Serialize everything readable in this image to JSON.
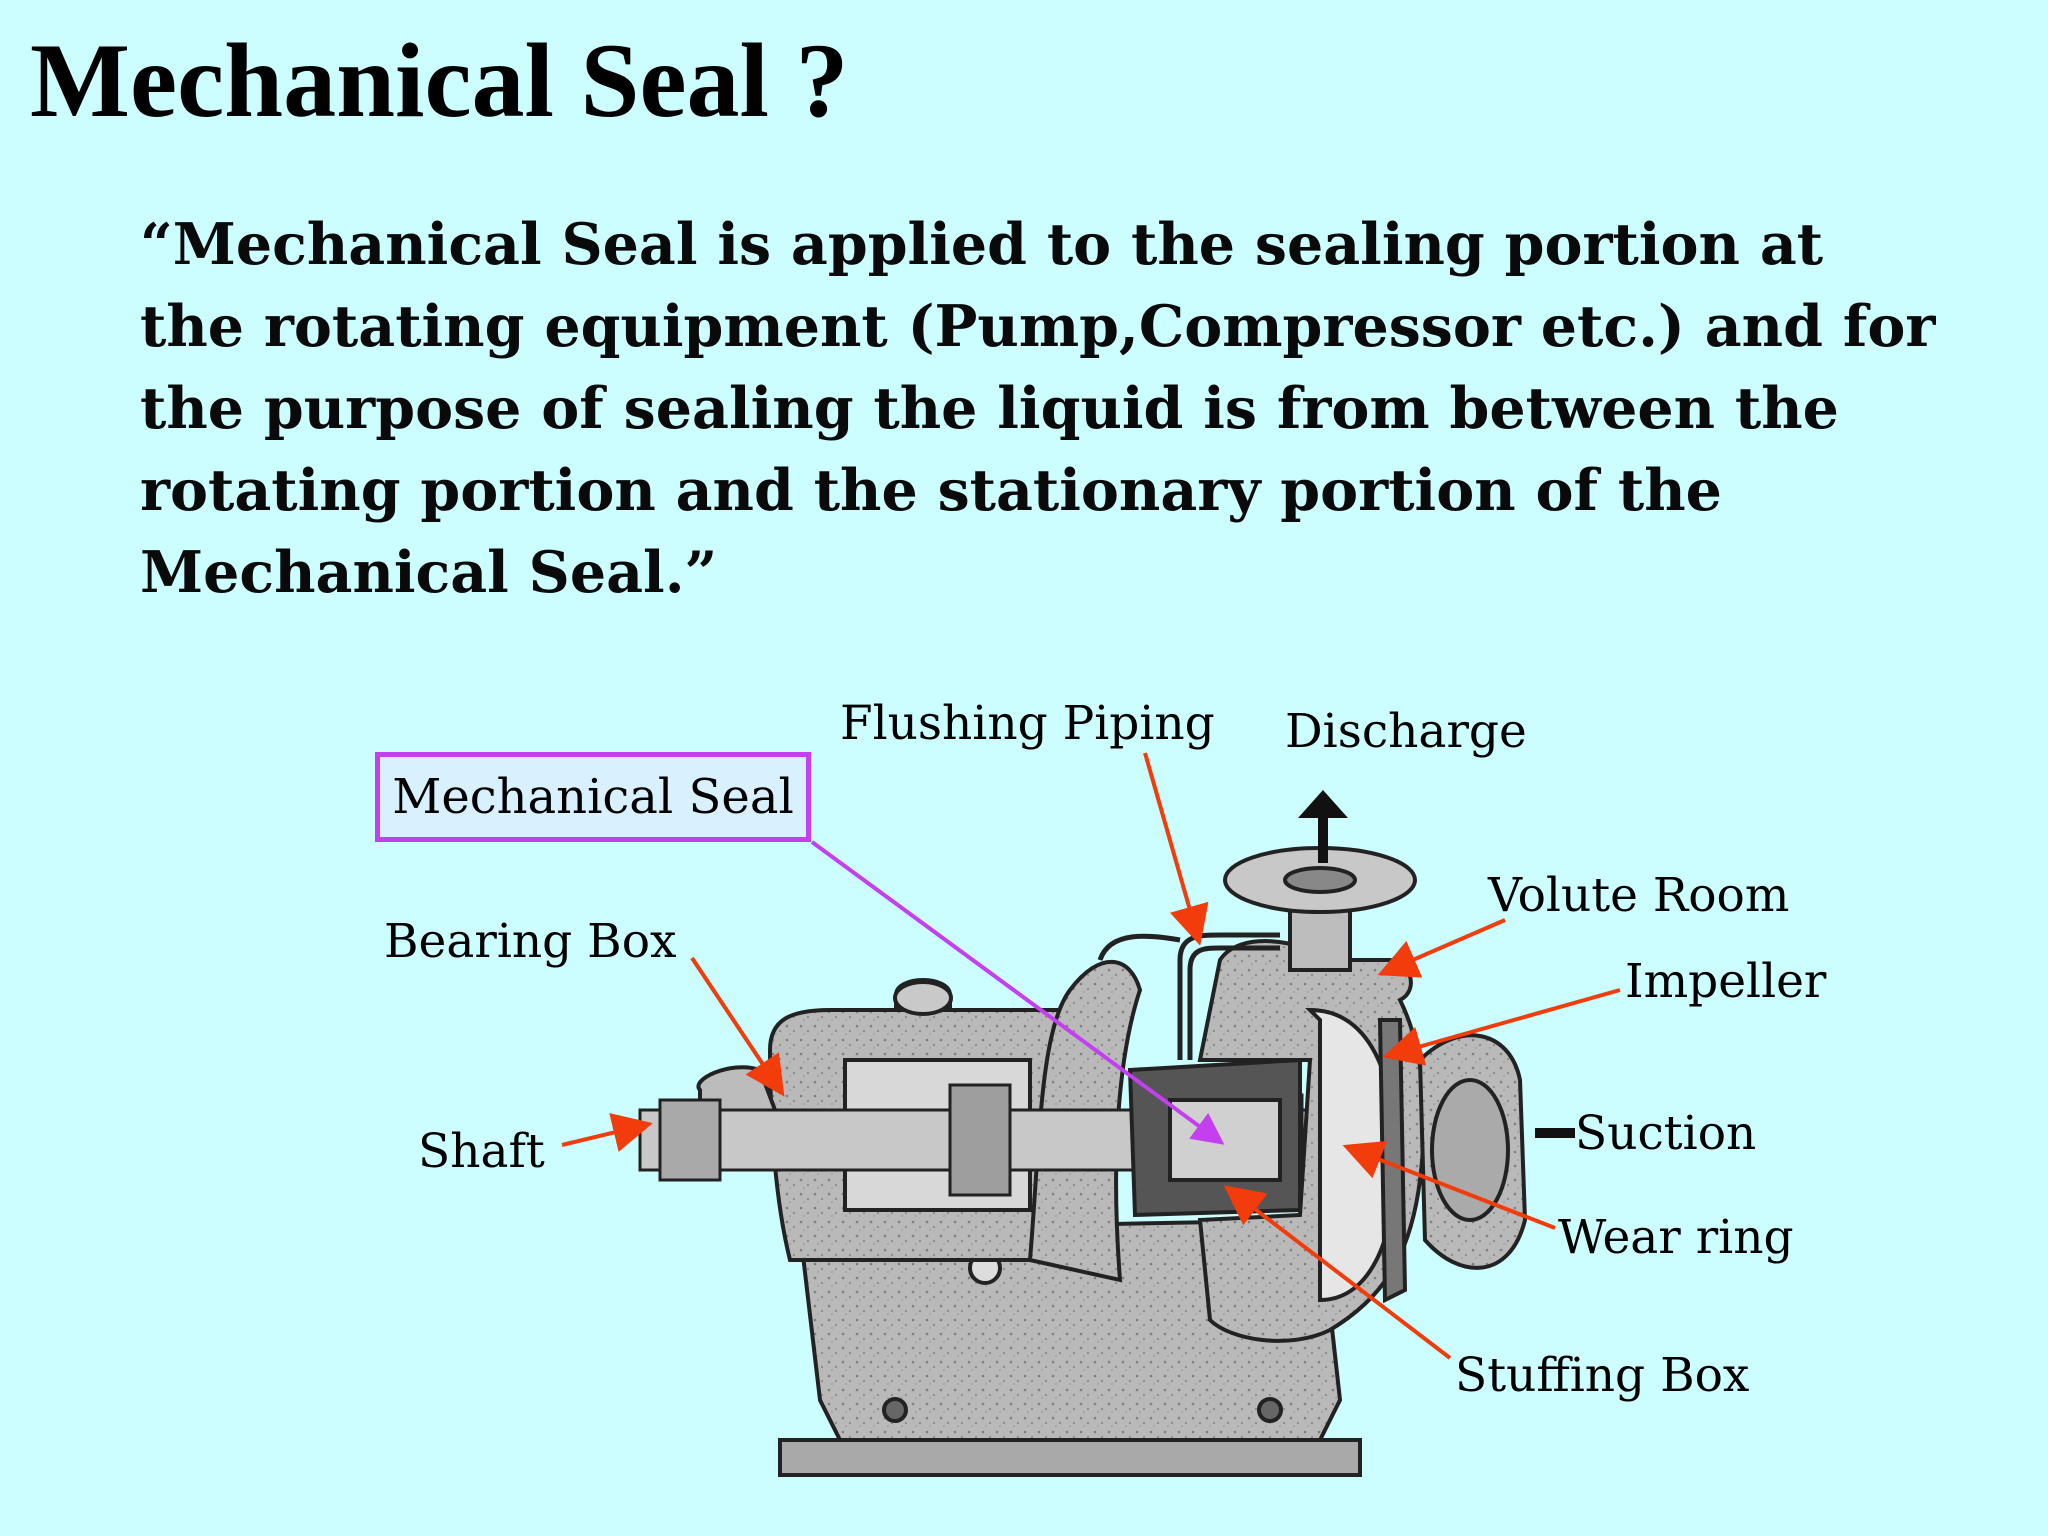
{
  "title": "Mechanical Seal ?",
  "definition": {
    "lines": [
      "“Mechanical Seal is applied to the sealing portion at",
      "the rotating equipment (Pump,Compressor etc.) and for",
      "the purpose of sealing the liquid is from between the",
      "rotating portion and the stationary portion of the",
      "Mechanical Seal.”"
    ]
  },
  "diagram": {
    "highlighted_label": "Mechanical Seal",
    "labels": {
      "flushing_piping": "Flushing Piping",
      "discharge": "Discharge",
      "volute_room": "Volute Room",
      "impeller": "Impeller",
      "bearing_box": "Bearing Box",
      "shaft": "Shaft",
      "suction": "Suction",
      "wear_ring": "Wear ring",
      "stuffing_box": "Stuffing Box"
    },
    "colors": {
      "background": "#ccfdff",
      "pointer_arrow": "#f23c0c",
      "seal_pointer": "#c43ff0",
      "pump_body": "#b7b7b7"
    }
  }
}
